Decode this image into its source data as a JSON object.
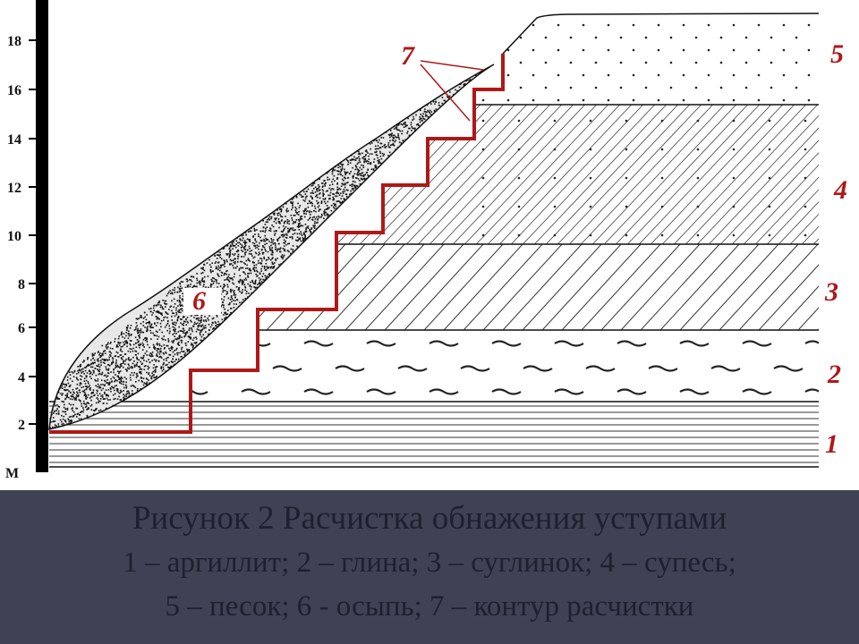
{
  "scale": {
    "ticks": [
      "18",
      "16",
      "14",
      "12",
      "10",
      "8",
      "6",
      "4",
      "2"
    ],
    "unit": "М"
  },
  "layers": [
    {
      "number": "5",
      "name": "песок"
    },
    {
      "number": "4",
      "name": "супесь"
    },
    {
      "number": "3",
      "name": "суглинок"
    },
    {
      "number": "2",
      "name": "глина"
    },
    {
      "number": "1",
      "name": "аргиллит"
    }
  ],
  "callouts": {
    "scree_label": "6",
    "contour_label": "7"
  },
  "colors": {
    "contour": "#b01818",
    "labels": "#b01818",
    "background_slide": "#3e4254",
    "caption_text": "#1e2030"
  },
  "caption": {
    "title": "Рисунок 2   Расчистка обнажения уступами",
    "legend_line_1": "1 – аргиллит;  2 – глина;  3 – суглинок;   4 – супесь;",
    "legend_line_2": "5 – песок;  6 - осыпь;  7 – контур  расчистки"
  }
}
